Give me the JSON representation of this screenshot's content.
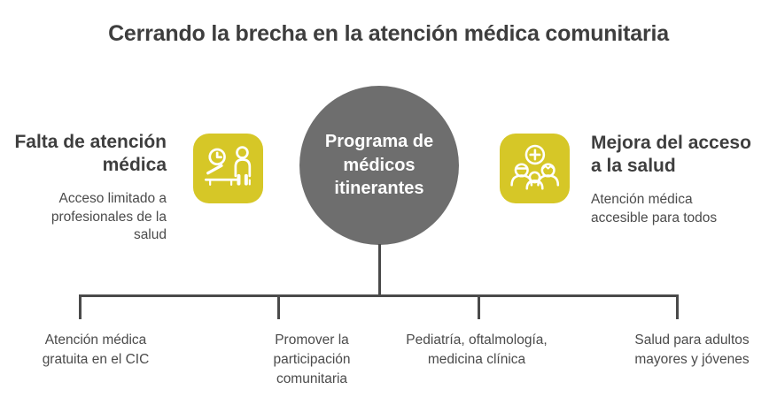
{
  "title": "Cerrando la brecha en la atención médica comunitaria",
  "center": {
    "label": "Programa de\nmédicos\nitinerantes"
  },
  "left_section": {
    "heading": "Falta de atención\nmédica",
    "description": "Acceso limitado a\nprofesionales de la\nsalud",
    "icon": "patient-waiting-clock-icon"
  },
  "right_section": {
    "heading": "Mejora del acceso\na la salud",
    "description": "Atención médica\naccesible para todos",
    "icon": "medical-team-plus-icon"
  },
  "branches": [
    {
      "label": "Atención médica\ngratuita en el CIC"
    },
    {
      "label": "Promover la\nparticipación\ncomunitaria"
    },
    {
      "label": "Pediatría, oftalmología,\nmedicina clínica"
    },
    {
      "label": "Salud para adultos\nmayores y jóvenes"
    }
  ],
  "colors": {
    "accent_yellow": "#d6c727",
    "circle_gray": "#6e6e6e",
    "heading_text": "#3e3e3e",
    "body_text": "#4b4b4b",
    "connector_line": "#4a4a4a",
    "background": "#ffffff"
  }
}
